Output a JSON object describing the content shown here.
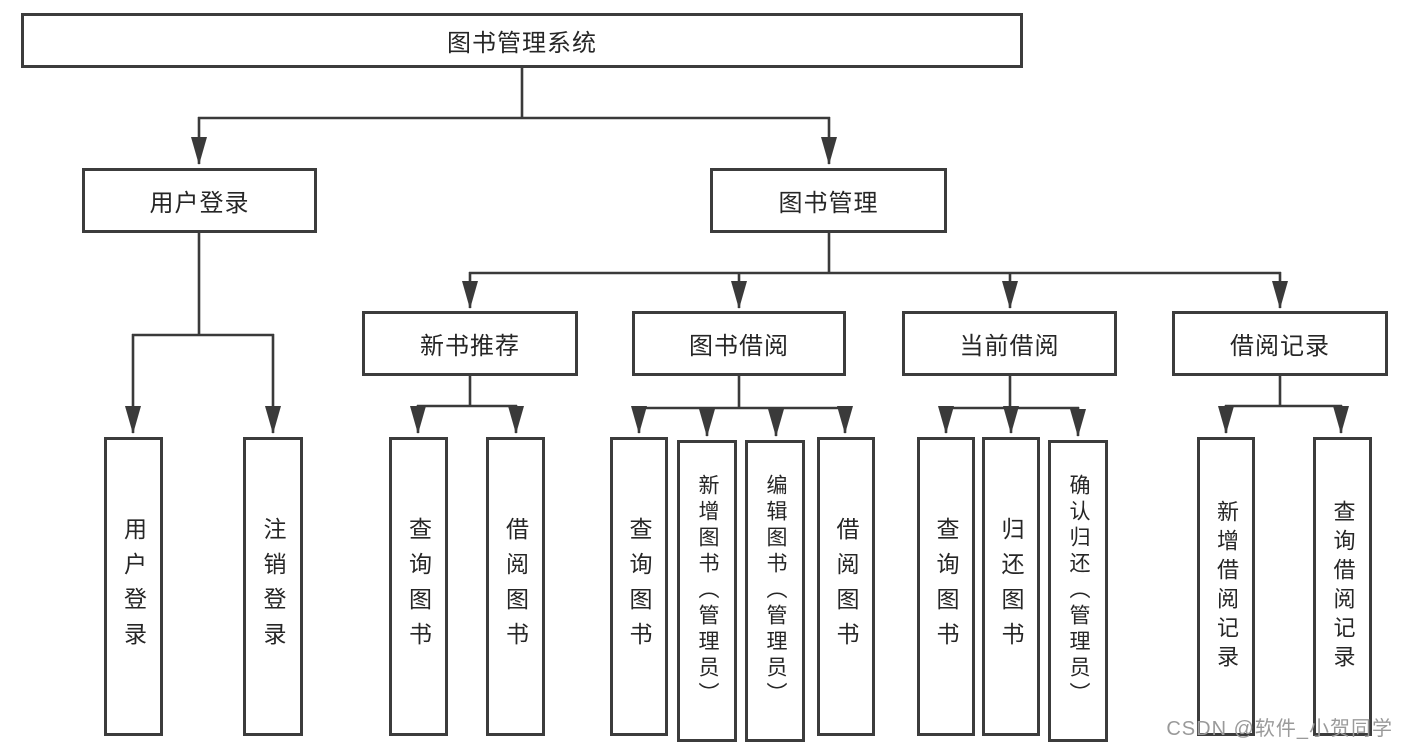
{
  "colors": {
    "background": "#ffffff",
    "box_border": "#3c3c3c",
    "connector": "#3a3a3a",
    "text": "#262626",
    "watermark": "#9a9a9a"
  },
  "watermark": {
    "text": "CSDN @软件_小贺同学"
  },
  "tree": {
    "root": {
      "label": "图书管理系统"
    },
    "branches": [
      {
        "label": "用户登录",
        "children": [
          {
            "label": "用户登录"
          },
          {
            "label": "注销登录"
          }
        ]
      },
      {
        "label": "图书管理",
        "children": [
          {
            "label": "新书推荐",
            "children": [
              {
                "label": "查询图书"
              },
              {
                "label": "借阅图书"
              }
            ]
          },
          {
            "label": "图书借阅",
            "children": [
              {
                "label": "查询图书"
              },
              {
                "label": "新增图书（管理员）"
              },
              {
                "label": "编辑图书（管理员）"
              },
              {
                "label": "借阅图书"
              }
            ]
          },
          {
            "label": "当前借阅",
            "children": [
              {
                "label": "查询图书"
              },
              {
                "label": "归还图书"
              },
              {
                "label": "确认归还（管理员）"
              }
            ]
          },
          {
            "label": "借阅记录",
            "children": [
              {
                "label": "新增借阅记录"
              },
              {
                "label": "查询借阅记录"
              }
            ]
          }
        ]
      }
    ]
  }
}
